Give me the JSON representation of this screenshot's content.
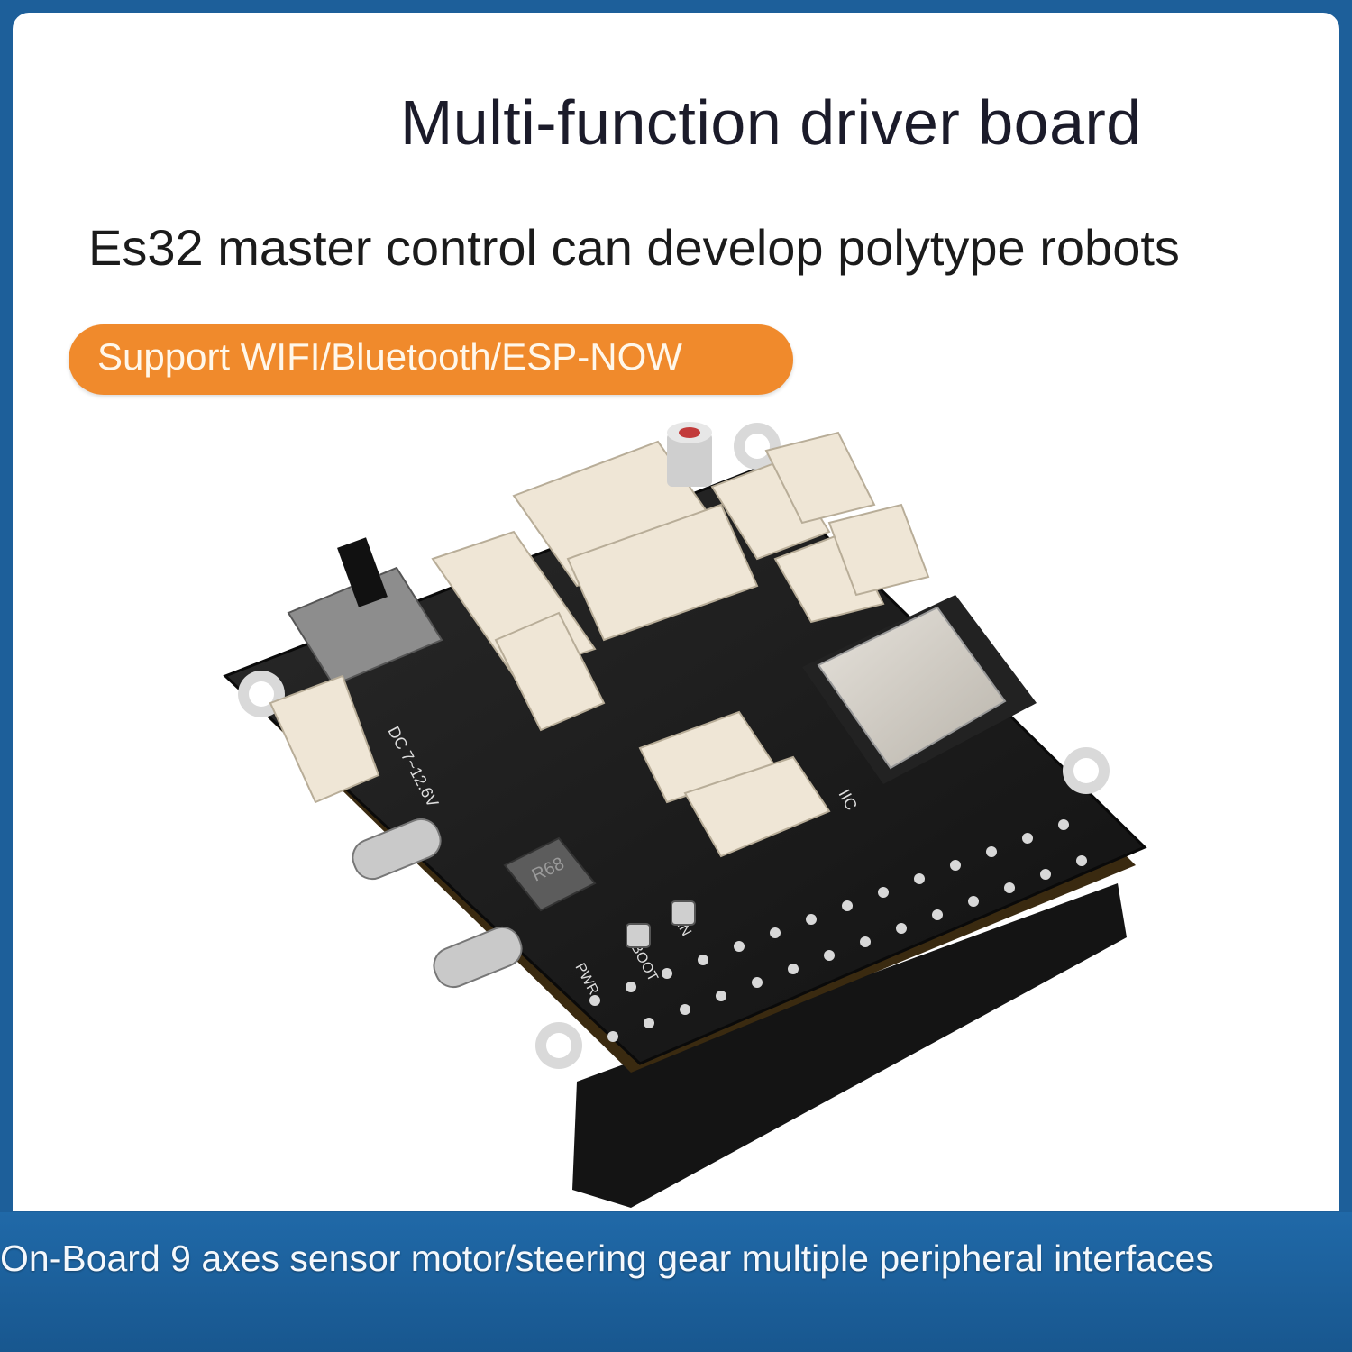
{
  "header": {
    "title": "Multi-function driver board",
    "subtitle": "Es32 master control can develop polytype robots",
    "badge": "Support WIFI/Bluetooth/ESP-NOW"
  },
  "footer": {
    "caption": "On-Board 9 axes sensor motor/steering gear multiple peripheral interfaces"
  },
  "colors": {
    "frame": "#1d5f9a",
    "badge": "#f08a2c",
    "pcb": "#1a1a1a",
    "connector": "#efe6d6"
  },
  "board": {
    "labels": {
      "power_text": "DC 7~12.6V",
      "led_text": "PWR",
      "boot_label": "BOOT",
      "en_label": "EN",
      "iic_label": "IIC",
      "inductor_text": "R68"
    }
  }
}
